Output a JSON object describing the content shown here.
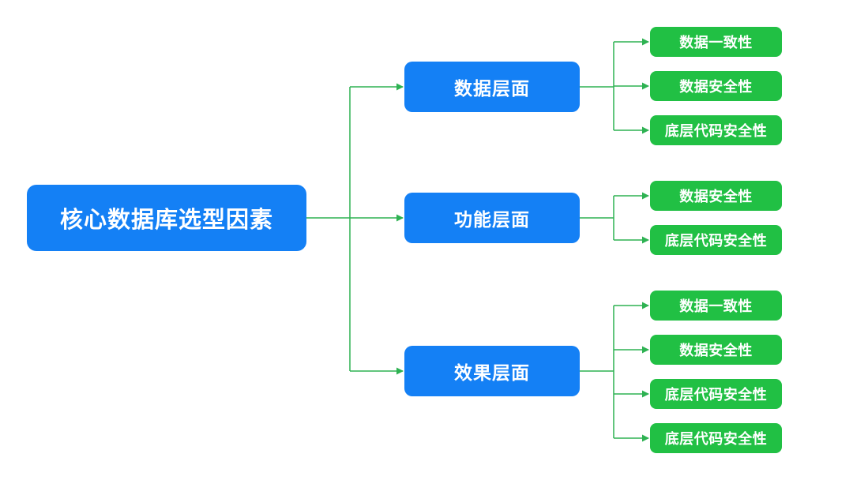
{
  "diagram": {
    "root": {
      "label": "核心数据库选型因素"
    },
    "branches": [
      {
        "label": "数据层面",
        "children": [
          {
            "label": "数据一致性"
          },
          {
            "label": "数据安全性"
          },
          {
            "label": "底层代码安全性"
          }
        ]
      },
      {
        "label": "功能层面",
        "children": [
          {
            "label": "数据安全性"
          },
          {
            "label": "底层代码安全性"
          }
        ]
      },
      {
        "label": "效果层面",
        "children": [
          {
            "label": "数据一致性"
          },
          {
            "label": "数据安全性"
          },
          {
            "label": "底层代码安全性"
          },
          {
            "label": "底层代码安全性"
          }
        ]
      }
    ],
    "colors": {
      "background": "#ffffff",
      "root_fill": "#1480f5",
      "branch_fill": "#1480f5",
      "leaf_fill": "#21c044",
      "connector": "#2eb252",
      "text": "#ffffff"
    }
  }
}
